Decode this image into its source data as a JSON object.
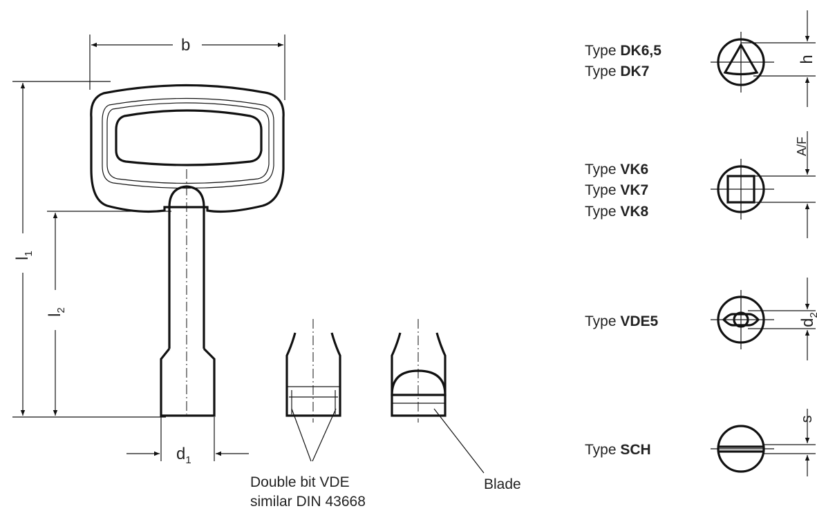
{
  "dimensions": {
    "b": "b",
    "l1": "l",
    "l1_sub": "1",
    "l2": "l",
    "l2_sub": "2",
    "d1": "d",
    "d1_sub": "1",
    "h": "h",
    "af": "A/F",
    "d2": "d",
    "d2_sub": "2",
    "s": "s"
  },
  "captions": {
    "double_bit_line1": "Double bit VDE",
    "double_bit_line2": "similar DIN 43668",
    "blade": "Blade"
  },
  "types": {
    "prefix": "Type",
    "dk65": "DK6,5",
    "dk7": "DK7",
    "vk6": "VK6",
    "vk7": "VK7",
    "vk8": "VK8",
    "vde5": "VDE5",
    "sch": "SCH"
  }
}
